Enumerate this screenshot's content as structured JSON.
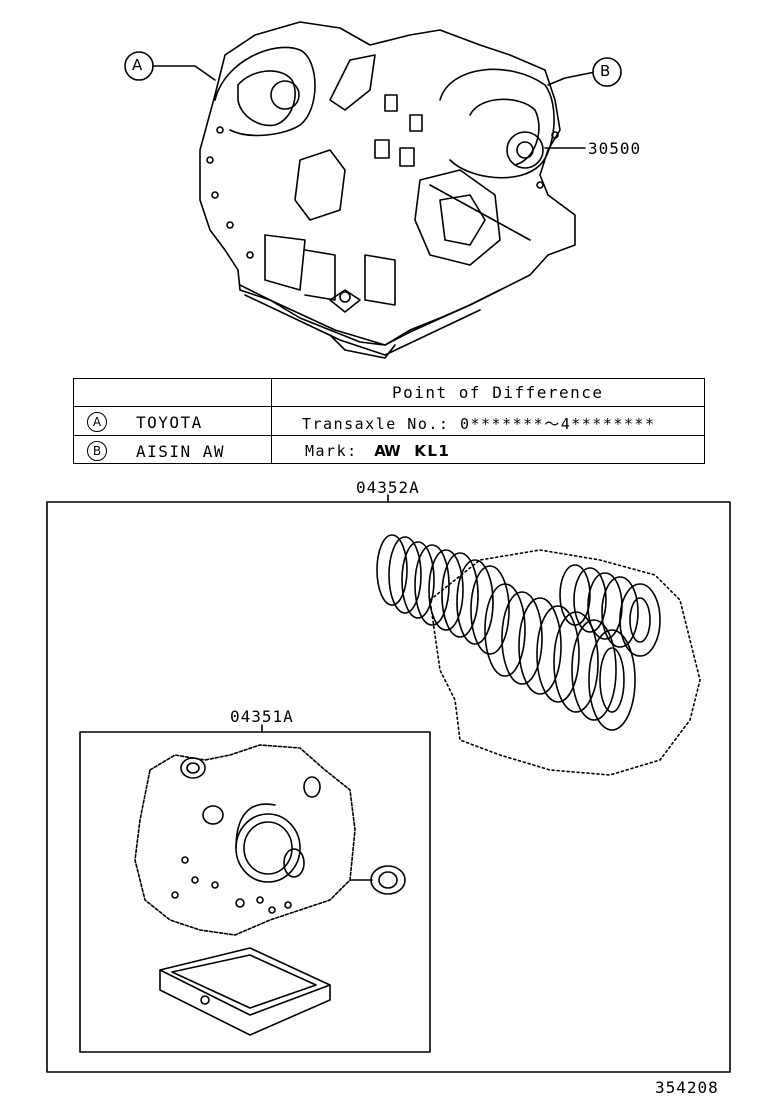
{
  "callouts": {
    "a": "A",
    "b": "B"
  },
  "part_numbers": {
    "assembly": "30500",
    "overhaul_kit": "04352A",
    "gasket_kit": "04351A"
  },
  "table": {
    "header": "Point of Difference",
    "rows": [
      {
        "marker": "A",
        "maker": "TOYOTA",
        "difference": "Transaxle No.: 0*******～4********"
      },
      {
        "marker": "B",
        "maker": "AISIN AW",
        "difference_prefix": "Mark:",
        "logo": "AW",
        "difference_suffix": "KL1"
      }
    ]
  },
  "illustration_number": "354208"
}
